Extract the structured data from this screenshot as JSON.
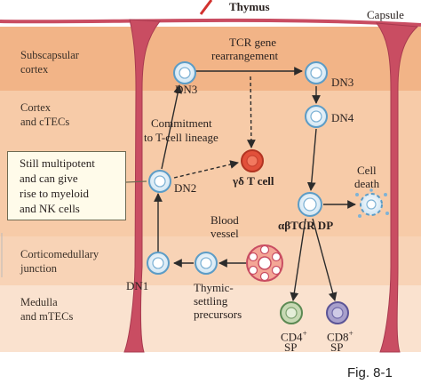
{
  "title": "Thymus",
  "zones": {
    "capsule": "Capsule",
    "subcapsular": [
      "Subscapsular",
      "cortex"
    ],
    "cortex": [
      "Cortex",
      "and cTECs"
    ],
    "junction": [
      "Corticomedullary",
      "junction"
    ],
    "medulla": [
      "Medulla",
      "and mTECs"
    ]
  },
  "cells": {
    "dn1": "DN1",
    "dn2": "DN2",
    "dn3_left": "DN3",
    "dn3_right": "DN3",
    "dn4": "DN4",
    "gd_t_cell": "γδ T cell",
    "dp": "αβTCR DP",
    "cd4_main": "CD4",
    "cd4_sup": "+",
    "cd4_sp": "SP",
    "cd8_main": "CD8",
    "cd8_sup": "+",
    "cd8_sp": "SP"
  },
  "labels": {
    "tcr_gene": [
      "TCR gene",
      "rearrangement"
    ],
    "commitment": [
      "Commitment",
      "to T-cell lineage"
    ],
    "cell_death": [
      "Cell",
      "death"
    ],
    "blood_vessel": [
      "Blood",
      "vessel"
    ],
    "precursors": [
      "Thymic-",
      "settling",
      "precursors"
    ]
  },
  "note": [
    "Still multipotent",
    "and can give",
    "rise to myeloid",
    "and NK cells"
  ],
  "figure_label": "Fig. 8-1",
  "colors": {
    "subcapsular_band": "#f2b487",
    "cortex_band": "#f7cba8",
    "junction_band": "#f8d3b6",
    "medulla_band": "#fae2cf",
    "septum": "#c94d62",
    "cell_fill": "#dfeef7",
    "cell_stroke": "#5c9cc6",
    "gd_cell": "#e2503a",
    "cd4_cell": "#c7d9b4",
    "cd8_cell": "#a8a0cc",
    "note_bg": "#fffbea"
  }
}
